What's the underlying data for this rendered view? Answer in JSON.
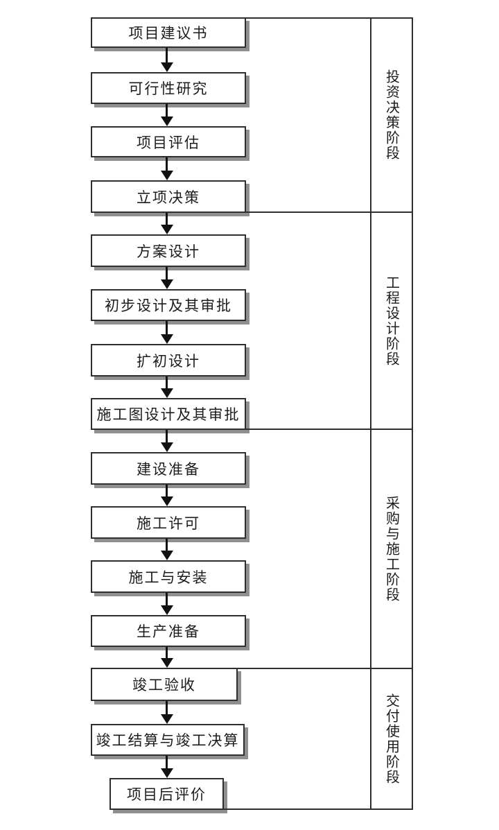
{
  "diagram": {
    "colors": {
      "line": "#2e2e2e",
      "arrow": "#111111",
      "shadow": "#8f8f8f",
      "ink": "#1c1c1c",
      "background": "#ffffff"
    },
    "steps": [
      {
        "label": "项目建议书"
      },
      {
        "label": "可行性研究"
      },
      {
        "label": "项目评估"
      },
      {
        "label": "立项决策"
      },
      {
        "label": "方案设计"
      },
      {
        "label": "初步设计及其审批"
      },
      {
        "label": "扩初设计"
      },
      {
        "label": "施工图设计及其审批"
      },
      {
        "label": "建设准备"
      },
      {
        "label": "施工许可"
      },
      {
        "label": "施工与安装"
      },
      {
        "label": "生产准备"
      },
      {
        "label": "竣工验收"
      },
      {
        "label": "竣工结算与竣工决算"
      },
      {
        "label": "项目后评价"
      }
    ],
    "phases": [
      {
        "label": "投资决策阶段"
      },
      {
        "label": "工程设计阶段"
      },
      {
        "label": "采购与施工阶段"
      },
      {
        "label": "交付使用阶段"
      }
    ]
  }
}
